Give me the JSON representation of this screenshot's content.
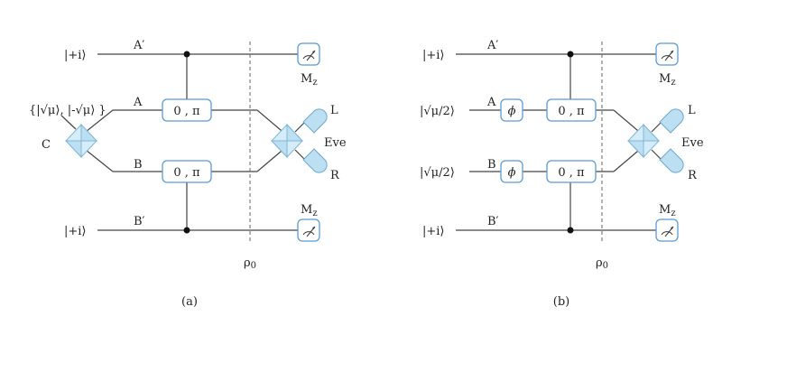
{
  "panel_a": {
    "caption": "(a)",
    "inputs": {
      "top": "|+i⟩",
      "bottom": "|+i⟩",
      "source_state": "{|√μ⟩, |-√μ⟩ }"
    },
    "source_label": "C",
    "wires": {
      "a_prime": "A′",
      "a": "A",
      "b": "B",
      "b_prime": "B′"
    },
    "gate_a": "0 , π",
    "gate_b": "0 , π",
    "meas_top": "M",
    "meas_top_sub": "z",
    "meas_bottom": "M",
    "meas_bottom_sub": "z",
    "cut_label": "ρ",
    "cut_sub": "0",
    "detector_left": "L",
    "detector_right": "R",
    "eve": "Eve"
  },
  "panel_b": {
    "caption": "(b)",
    "inputs": {
      "top": "|+i⟩",
      "a": "|√μ/2⟩",
      "b": "|√μ/2⟩",
      "bottom": "|+i⟩"
    },
    "wires": {
      "a_prime": "A′",
      "a": "A",
      "b": "B",
      "b_prime": "B′"
    },
    "phase_a": "ϕ",
    "phase_b": "ϕ",
    "gate_a": "0 , π",
    "gate_b": "0 , π",
    "meas_top": "M",
    "meas_top_sub": "z",
    "meas_bottom": "M",
    "meas_bottom_sub": "z",
    "cut_label": "ρ",
    "cut_sub": "0",
    "detector_left": "L",
    "detector_right": "R",
    "eve": "Eve"
  },
  "colors": {
    "gate_border": "#5b9bd5",
    "optics_fill": "#bcdff2",
    "wire": "#444444"
  }
}
